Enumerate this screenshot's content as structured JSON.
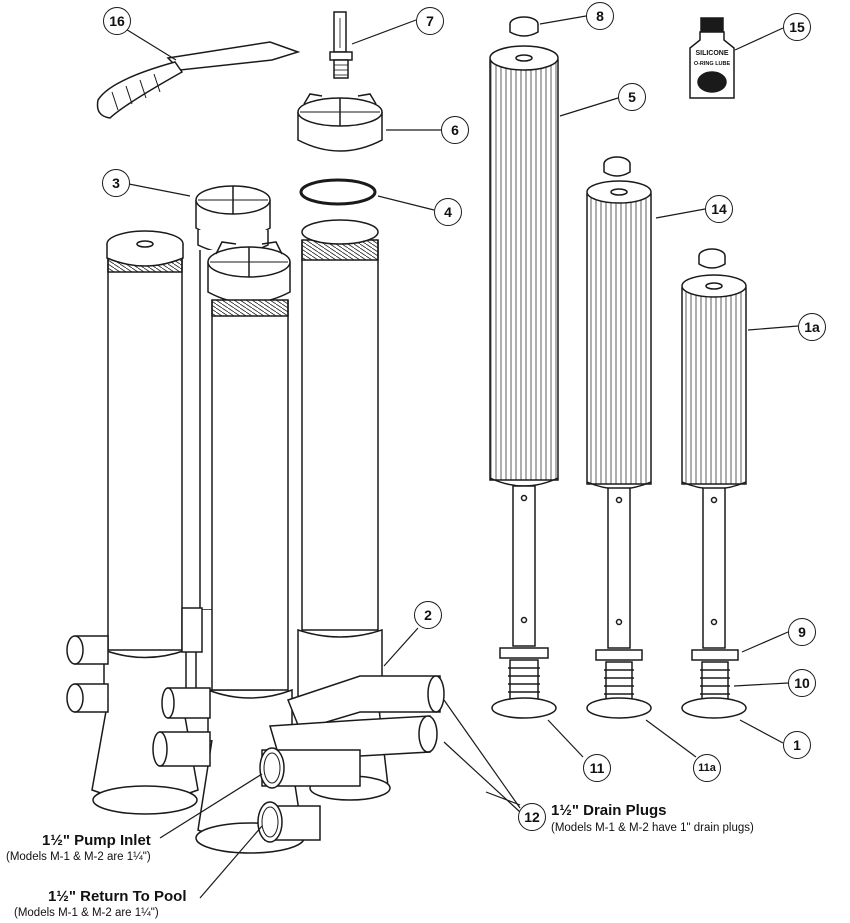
{
  "callouts": [
    {
      "id": "c16",
      "label": "16"
    },
    {
      "id": "c7",
      "label": "7"
    },
    {
      "id": "c8",
      "label": "8"
    },
    {
      "id": "c15",
      "label": "15"
    },
    {
      "id": "c5",
      "label": "5"
    },
    {
      "id": "c6",
      "label": "6"
    },
    {
      "id": "c3",
      "label": "3"
    },
    {
      "id": "c4",
      "label": "4"
    },
    {
      "id": "c14",
      "label": "14"
    },
    {
      "id": "c1a",
      "label": "1a"
    },
    {
      "id": "c2",
      "label": "2"
    },
    {
      "id": "c9",
      "label": "9"
    },
    {
      "id": "c10",
      "label": "10"
    },
    {
      "id": "c1",
      "label": "1"
    },
    {
      "id": "c11",
      "label": "11"
    },
    {
      "id": "c11a",
      "label": "11a"
    },
    {
      "id": "c12",
      "label": "12"
    }
  ],
  "labels": {
    "drain_plugs_title": "1½\" Drain Plugs",
    "drain_plugs_note": "(Models M-1 & M-2 have 1\" drain plugs)",
    "pump_inlet_title": "1½\" Pump Inlet",
    "pump_inlet_note": "(Models M-1 & M-2 are 1¼\")",
    "return_title": "1½\" Return To Pool",
    "return_note": "(Models M-1 & M-2 are 1¼\")"
  },
  "bottle": {
    "line1": "SILICONE",
    "line2": "O-RING LUBE"
  }
}
